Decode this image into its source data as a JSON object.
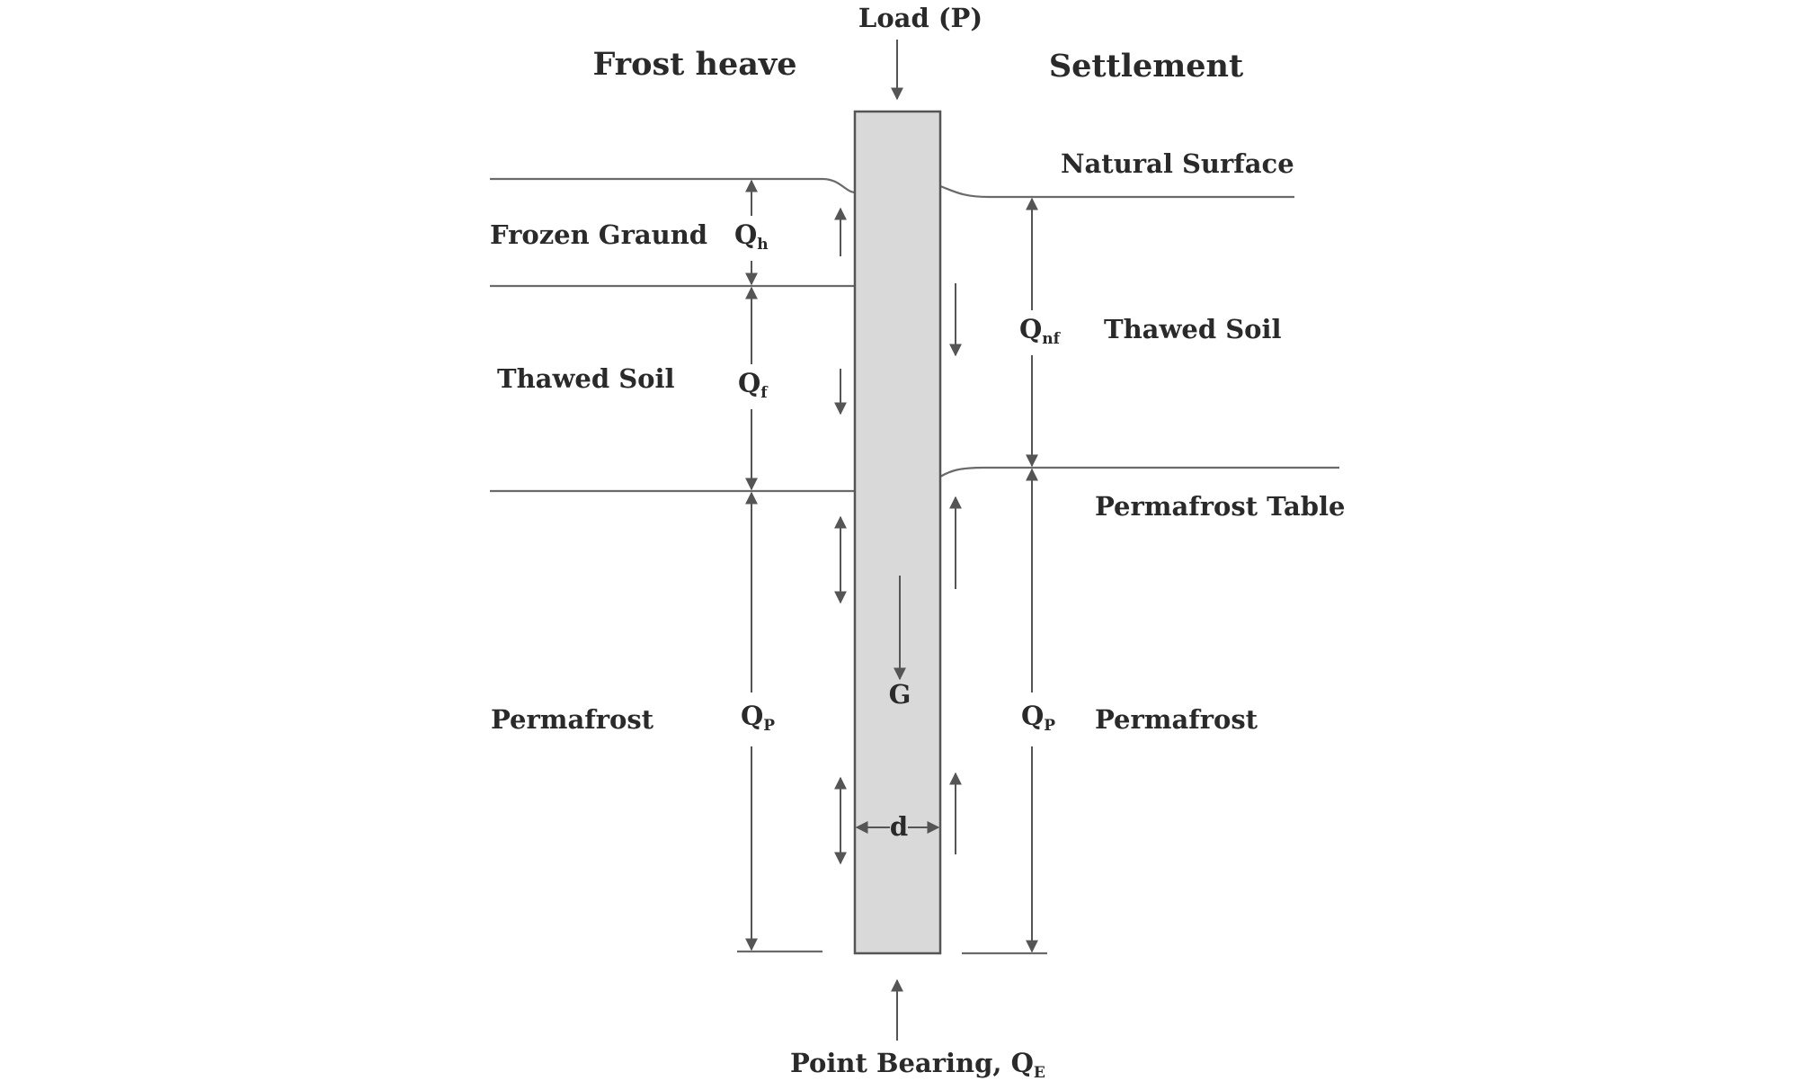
{
  "labels": {
    "load": "Load (P)",
    "frost_heave": "Frost heave",
    "settlement": "Settlement",
    "natural_surface": "Natural Surface",
    "frozen_ground": "Frozen Graund",
    "thawed_soil_left": "Thawed Soil",
    "thawed_soil_right": "Thawed Soil",
    "permafrost_table": "Permafrost Table",
    "permafrost_left": "Permafrost",
    "permafrost_right": "Permafrost",
    "weight": "G",
    "diameter": "d",
    "point_bearing": "Point Bearing, Q",
    "point_bearing_sub": "E"
  },
  "symbols": {
    "qh": {
      "base": "Q",
      "sub": "h"
    },
    "qf": {
      "base": "Q",
      "sub": "f"
    },
    "qnf": {
      "base": "Q",
      "sub": "nf"
    },
    "qp_left": {
      "base": "Q",
      "sub": "P"
    },
    "qp_right": {
      "base": "Q",
      "sub": "P"
    }
  },
  "colors": {
    "pile_fill": "#d9d9d9",
    "pile_stroke": "#555555",
    "line": "#6a6a6a",
    "text": "#2a2a2a"
  }
}
